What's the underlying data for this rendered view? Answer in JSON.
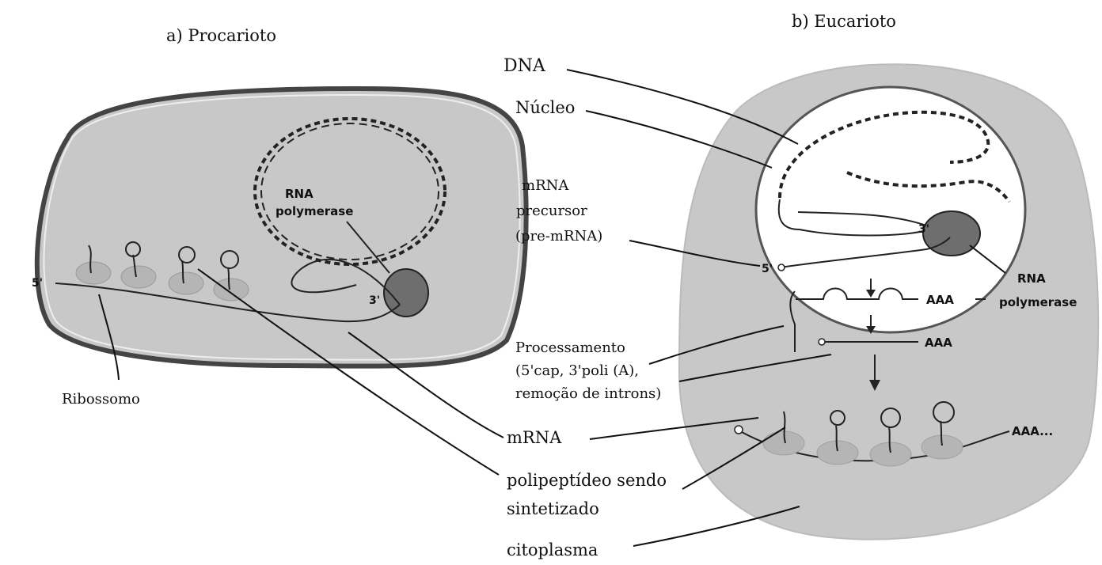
{
  "prokaryote": {
    "title": "a) Procarioto",
    "rna_polymerase_line1": "RNA",
    "rna_polymerase_line2": "polymerase",
    "three_prime": "3'",
    "five_prime": "5'",
    "ribosome_label": "Ribossomo"
  },
  "eukaryote": {
    "title": "b) Eucarioto",
    "dna_label": "DNA",
    "nucleus_label": "Núcleo",
    "pre_mrna_line1": "mRNA",
    "pre_mrna_line2": "precursor",
    "pre_mrna_line3": "(pre-mRNA)",
    "three_prime": "3'",
    "five_prime": "5'",
    "rna_polymerase_line1": "RNA",
    "rna_polymerase_line2": "polymerase",
    "polya_1": "AAA",
    "polya_2": "AAA",
    "polya_3": "AAA...",
    "processing_line1": "Processamento",
    "processing_line2": "(5'cap, 3'poli (A),",
    "processing_line3": "remoção de introns)"
  },
  "shared_labels": {
    "mrna": "mRNA",
    "polypeptide_line1": "polipeptídeo sendo",
    "polypeptide_line2": "sintetizado",
    "cytoplasm": "citoplasma"
  },
  "colors": {
    "cytoplasm_fill": "#c8c8c8",
    "nucleus_fill": "#ffffff",
    "polymerase_fill": "#6e6e6e",
    "ribosome_fill": "#b5b5b5"
  }
}
